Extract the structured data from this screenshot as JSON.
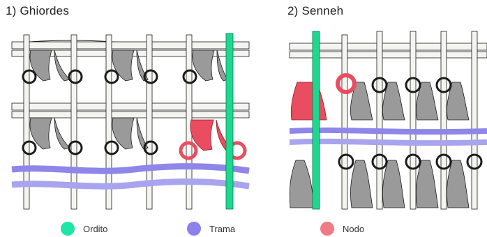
{
  "titles": {
    "ghiordes": "1) Ghiordes",
    "senneh": "2) Senneh"
  },
  "legend": [
    {
      "key": "ordito",
      "label": "Ordito",
      "color": "#1fe6a6"
    },
    {
      "key": "trama",
      "label": "Trama",
      "color": "#8a80ee"
    },
    {
      "key": "nodo",
      "label": "Nodo",
      "color": "#f07a86"
    }
  ],
  "colors": {
    "warp_highlight": "#1fd890",
    "weft_highlight": "#8f86ea",
    "knot_highlight": "#e94d5f",
    "ink": "#1b1b1b",
    "paper": "#f4f4f0"
  },
  "icons": {
    "knot_tuft": "knot-tuft-icon",
    "knot_loop": "knot-loop-icon"
  }
}
